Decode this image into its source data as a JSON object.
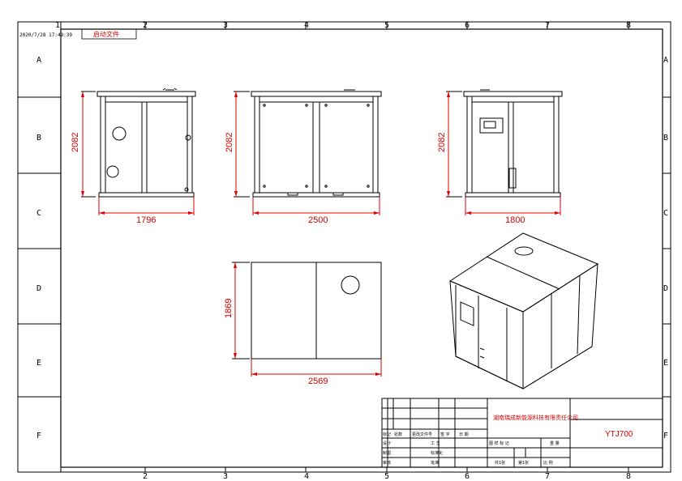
{
  "header": {
    "timestamp": "2020/7/28 17:49:39",
    "stamp": "启动文件"
  },
  "grid": {
    "columns": [
      "1",
      "2",
      "3",
      "4",
      "5",
      "6",
      "7",
      "8"
    ],
    "rows": [
      "A",
      "B",
      "C",
      "D",
      "E",
      "F"
    ]
  },
  "dimensions": {
    "side_left_width": "1796",
    "side_left_height": "2082",
    "front_width": "2500",
    "front_height": "2082",
    "side_right_width": "1800",
    "side_right_height": "2082",
    "top_width": "2569",
    "top_height": "1869"
  },
  "title_block": {
    "company": "湖南瑞成新能源科技有限责任公司",
    "drawing_no": "YTJ700",
    "labels": {
      "tag": "标记",
      "count": "处数",
      "change_doc": "更改文件号",
      "signature": "签 字",
      "date": "日 期",
      "designer": "设计",
      "process": "工 艺",
      "drawn": "制图",
      "standardized": "标准化",
      "checked": "审核",
      "approved": "批准",
      "stage_mark": "图 样 标 记",
      "weight": "重 量",
      "scale": "比 例",
      "total_sheets": "共1张",
      "sheet_no": "第1张"
    }
  }
}
